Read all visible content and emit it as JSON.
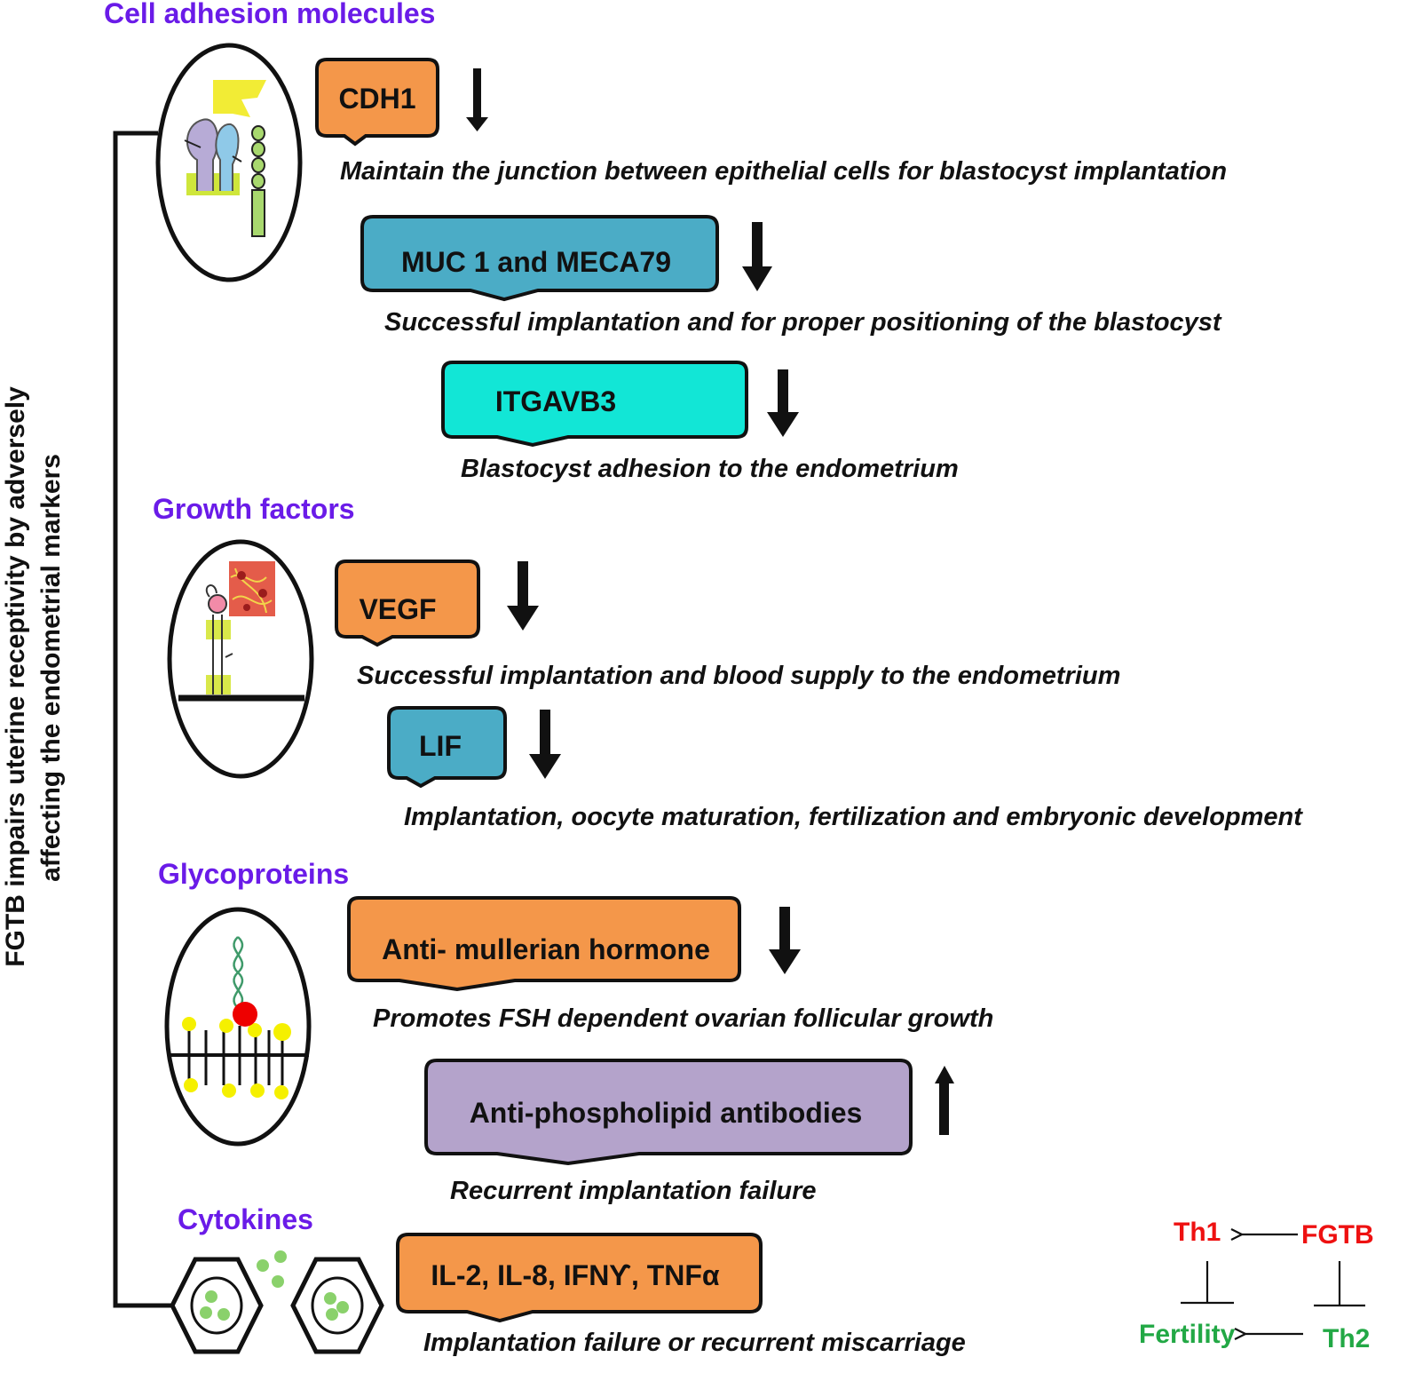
{
  "side_title": {
    "line1": "FGTB impairs uterine receptivity by adversely",
    "line2": "affecting the endometrial markers"
  },
  "categories": [
    {
      "label": "Cell adhesion molecules"
    },
    {
      "label": "Growth factors"
    },
    {
      "label": "Glycoproteins"
    },
    {
      "label": "Cytokines"
    }
  ],
  "markers": [
    {
      "label": "CDH1",
      "color": "#f4974a",
      "direction": "down",
      "description": "Maintain the junction between epithelial cells for blastocyst implantation"
    },
    {
      "label": "MUC 1 and MECA79",
      "color": "#4bacc6",
      "direction": "down",
      "description": "Successful implantation and for proper positioning of the blastocyst"
    },
    {
      "label": "ITGAVB3",
      "color": "#12e6d6",
      "direction": "down",
      "description": "Blastocyst adhesion to the endometrium"
    },
    {
      "label": "VEGF",
      "color": "#f4974a",
      "direction": "down",
      "description": "Successful implantation and blood supply to the endometrium"
    },
    {
      "label": "LIF",
      "color": "#4bacc6",
      "direction": "down",
      "description": "Implantation, oocyte maturation, fertilization and embryonic development"
    },
    {
      "label": "Anti- mullerian hormone",
      "color": "#f4974a",
      "direction": "down",
      "description": "Promotes FSH dependent ovarian follicular growth"
    },
    {
      "label": "Anti-phospholipid antibodies",
      "color": "#b4a3cb",
      "direction": "up",
      "description": "Recurrent implantation failure"
    },
    {
      "label": "IL-2, IL-8, IFNϒ, TNFα",
      "color": "#f4974a",
      "direction": "none",
      "description": "Implantation failure or recurrent miscarriage"
    }
  ],
  "pathway": {
    "th1": "Th1",
    "fgtb": "FGTB",
    "fertility": "Fertility",
    "th2": "Th2",
    "colors": {
      "red": "#ee1111",
      "green": "#22a845"
    }
  },
  "icons": [
    "cell-adhesion-icon",
    "growth-factor-receptor-icon",
    "glycoprotein-membrane-icon",
    "cytokine-cells-icon",
    "down-arrow-icon",
    "up-arrow-icon"
  ]
}
